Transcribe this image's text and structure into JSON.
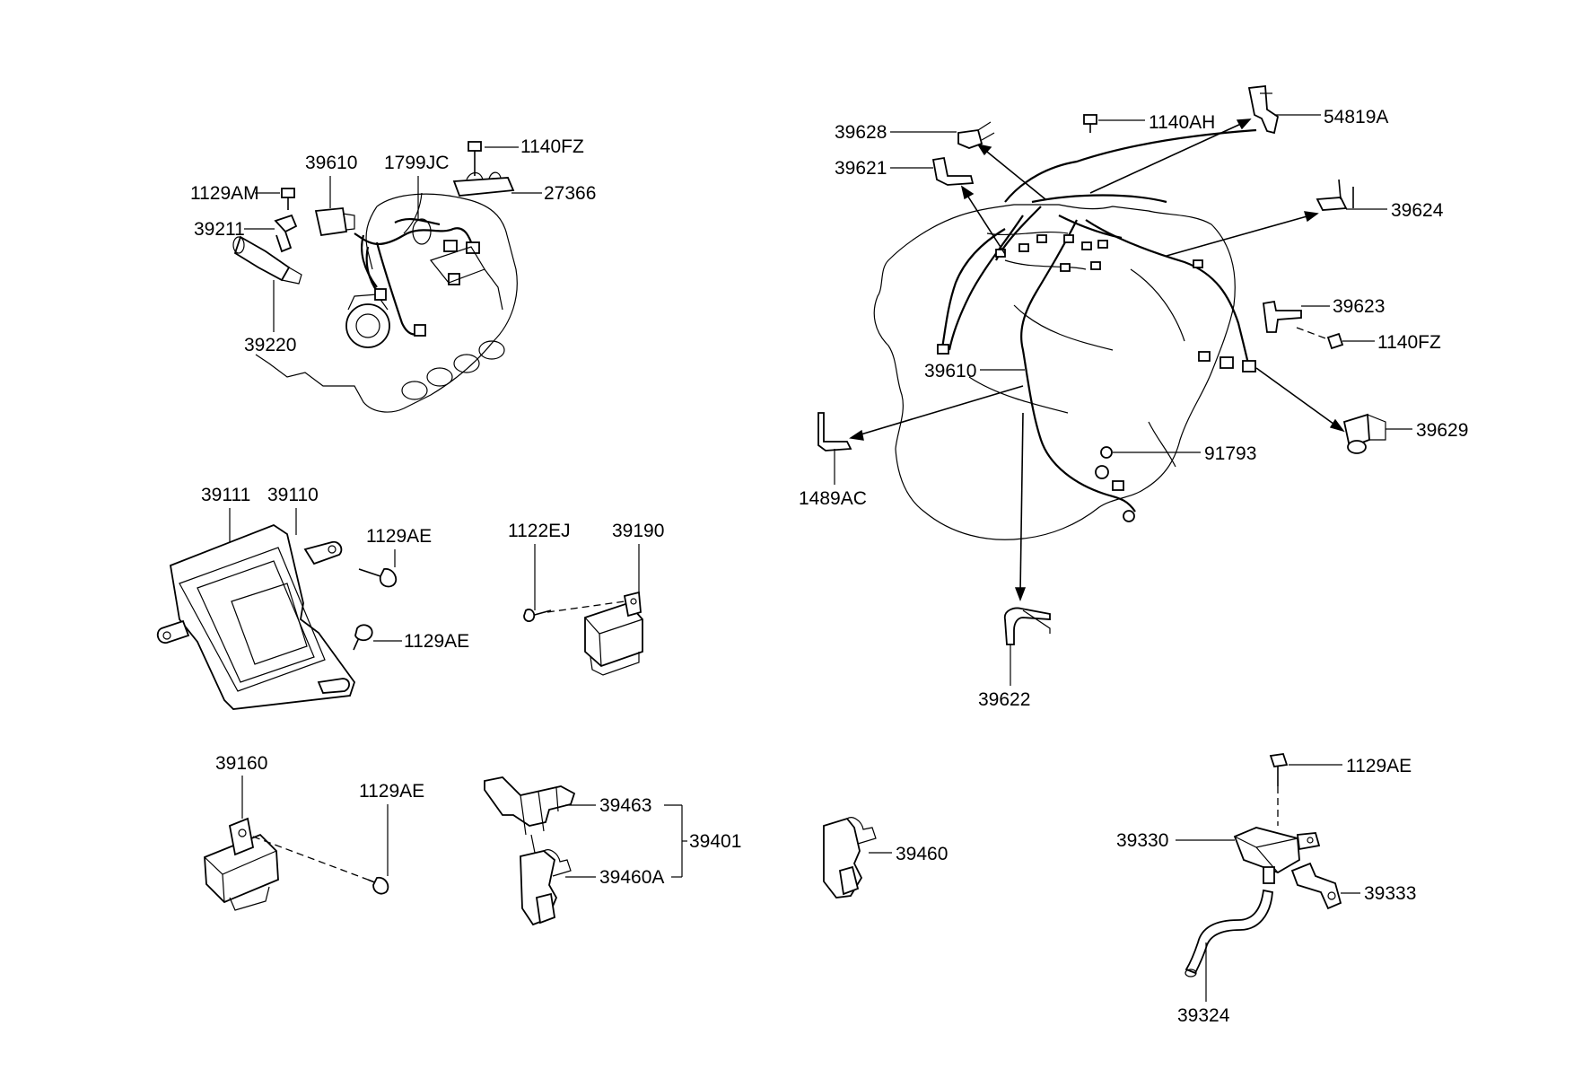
{
  "colors": {
    "line": "#000000",
    "background": "#ffffff"
  },
  "labels": {
    "p1140FZ_top": "1140FZ",
    "p27366": "27366",
    "p39610_top": "39610",
    "p1799JC": "1799JC",
    "p1129AM": "1129AM",
    "p39211": "39211",
    "p39220": "39220",
    "p39628": "39628",
    "p39621": "39621",
    "p1140AH": "1140AH",
    "p54819A": "54819A",
    "p39624": "39624",
    "p39623": "39623",
    "p1140FZ_right": "1140FZ",
    "p39610_right": "39610",
    "p39629": "39629",
    "p91793": "91793",
    "p1489AC": "1489AC",
    "p39622": "39622",
    "p39111": "39111",
    "p39110": "39110",
    "p1129AE_a": "1129AE",
    "p1129AE_b": "1129AE",
    "p1122EJ": "1122EJ",
    "p39190": "39190",
    "p39160": "39160",
    "p1129AE_c": "1129AE",
    "p39463": "39463",
    "p39401": "39401",
    "p39460A": "39460A",
    "p39460": "39460",
    "p1129AE_d": "1129AE",
    "p39330": "39330",
    "p39333": "39333",
    "p39324": "39324"
  }
}
